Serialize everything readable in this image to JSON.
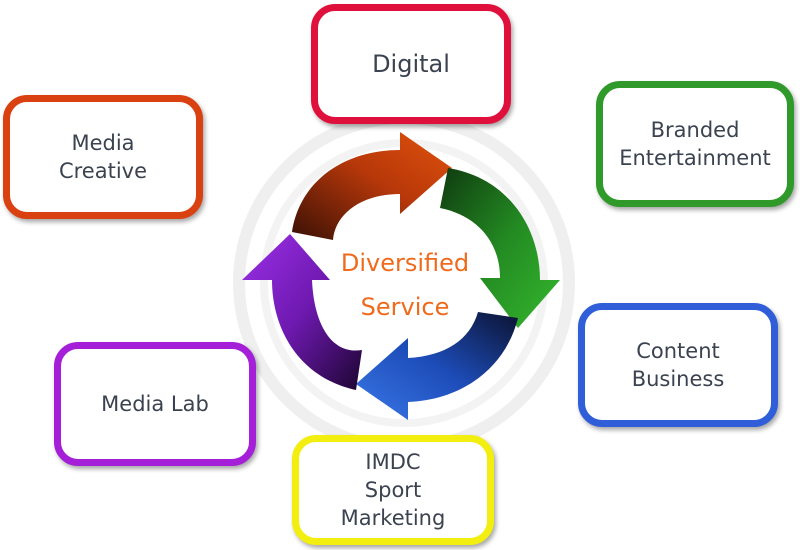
{
  "center": {
    "line1": "Diversified",
    "line2": "Service",
    "color": "#f06a1c"
  },
  "nodes": {
    "digital": {
      "lines": [
        "Digital"
      ],
      "border_color": "#e0103c"
    },
    "branded_entertainment": {
      "lines": [
        "Branded",
        "Entertainment"
      ],
      "border_color": "#2f9a2a"
    },
    "content_business": {
      "lines": [
        "Content",
        "Business"
      ],
      "border_color": "#2f5ed8"
    },
    "imdc_sport_marketing": {
      "lines": [
        "IMDC",
        "Sport",
        "Marketing"
      ],
      "border_color": "#f2ee10"
    },
    "media_lab": {
      "lines": [
        "Media Lab"
      ],
      "border_color": "#a51fd8"
    },
    "media_creative": {
      "lines": [
        "Media",
        "Creative"
      ],
      "border_color": "#d94111"
    }
  },
  "arrows": {
    "top": {
      "color": "#c8400a"
    },
    "right": {
      "color": "#2f9a2a"
    },
    "bottom": {
      "color": "#2455c8"
    },
    "left": {
      "color": "#8a1fc8"
    }
  }
}
